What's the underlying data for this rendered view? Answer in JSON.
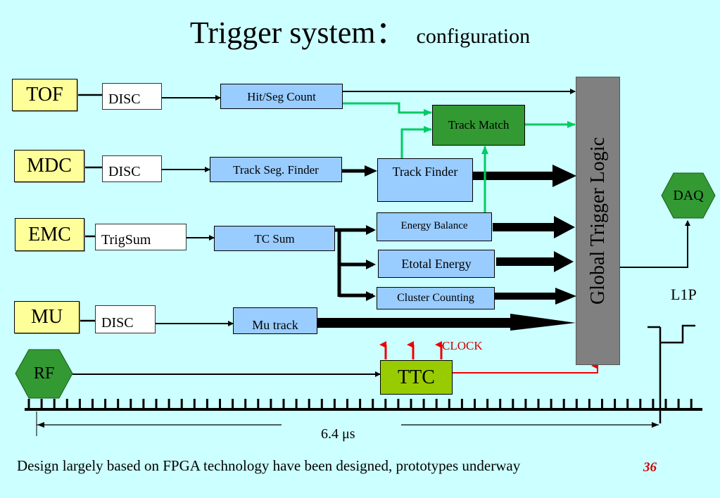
{
  "title": {
    "main": "Trigger system：",
    "sub": "configuration"
  },
  "detectors": {
    "tof": "TOF",
    "mdc": "MDC",
    "emc": "EMC",
    "mu": "MU"
  },
  "front_end": {
    "tof": "DISC",
    "mdc": "DISC",
    "emc": "TrigSum",
    "mu": "DISC"
  },
  "modules": {
    "hit_seg_count": "Hit/Seg Count",
    "track_seg_finder": "Track Seg. Finder",
    "track_finder": "Track Finder",
    "track_match": "Track Match",
    "tc_sum": "TC  Sum",
    "energy_balance": "Energy Balance",
    "etotal_energy": "Etotal Energy",
    "cluster_counting": "Cluster Counting",
    "mu_track": "Mu track"
  },
  "global_trigger_logic": "Global Trigger Logic",
  "daq": "DAQ",
  "rf": "RF",
  "ttc": "TTC",
  "clock": "CLOCK",
  "l1p": "L1P",
  "duration": "6.4 μs",
  "footer": "Design largely based on FPGA technology have been designed, prototypes underway",
  "page_number": "36",
  "colors": {
    "background": "#ccffff",
    "detector": "#ffff99",
    "module": "#99ccff",
    "match": "#339933",
    "gtl": "#808080",
    "ttc": "#99cc00",
    "green_link": "#00cc66",
    "clock_red": "#ee0000"
  }
}
